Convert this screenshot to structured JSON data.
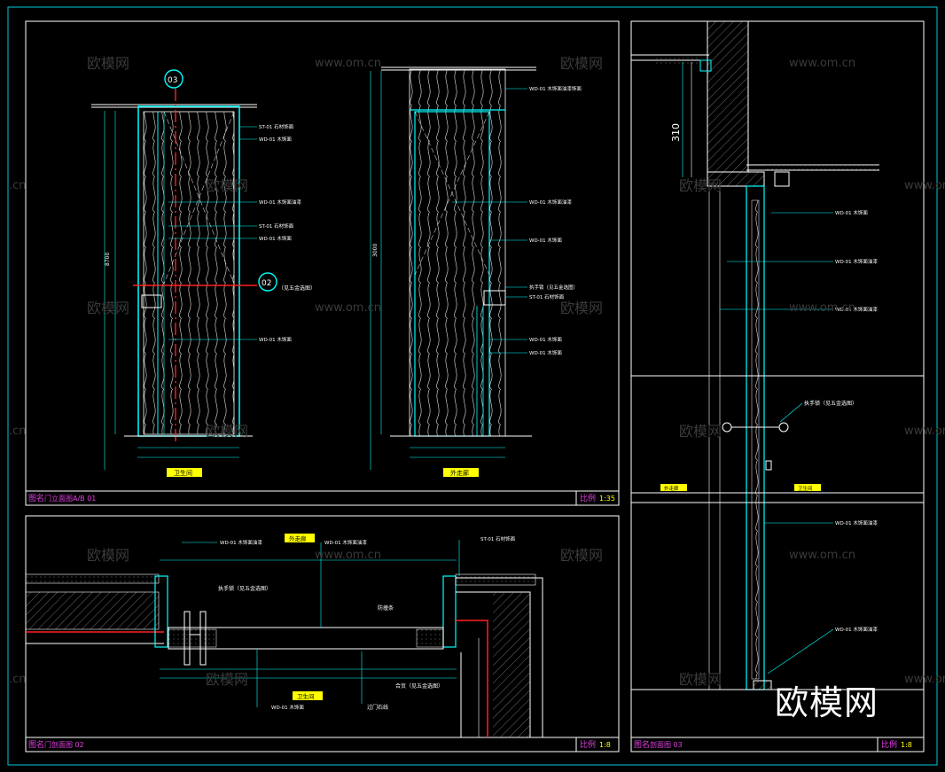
{
  "colors": {
    "frame": "#00c8d8",
    "magenta": "#e040e0",
    "cyan": "#00ffff",
    "red": "#ff2020",
    "white": "#ffffff",
    "yellow": "#ffff00",
    "gray": "#9a9a9a"
  },
  "watermark": {
    "cn": "欧模网",
    "url": "www.om.cn",
    "url_partial": ".cn",
    "big": "欧模网"
  },
  "panel_a": {
    "title_label": "图名",
    "title_text": "门立面图A/B 01",
    "scale_label": "比例",
    "scale_value": "1:35",
    "left_tag": "卫生间",
    "right_tag": "外走廊",
    "marker_top": "03",
    "marker_mid": "02",
    "marker_mid_note": "（见五金选图）",
    "left_dim_top": "8700",
    "right_dim_top": "3000",
    "left_notes": [
      "ST-01 石材饰面",
      "WD-01 木饰面",
      "WD-01 木饰面油漆",
      "ST-01 石材饰面",
      "WD-01 木饰面",
      "WD-01 木饰面"
    ],
    "right_notes": [
      "WD-01 木饰面油漆饰面",
      "WD-01 木饰面油漆",
      "WD-01 木饰面",
      "执手锁（见五金选图）",
      "ST-01 石材饰面",
      "WD-01 木饰面",
      "WD-01 木饰面"
    ]
  },
  "panel_b": {
    "title_label": "图名",
    "title_text": "门剖面图 02",
    "scale_label": "比例",
    "scale_value": "1:8",
    "tag_top": "外走廊",
    "tag_bottom": "卫生间",
    "notes": [
      "WD-01 木饰面油漆",
      "WD-01 木饰面油漆",
      "ST-01 石材饰面",
      "执手锁（见五金选图）",
      "防撞条",
      "合页（见五金选图）",
      "WD-01 木饰面",
      "过门石线"
    ]
  },
  "panel_c": {
    "title_label": "图名",
    "title_text": "剖面图 03",
    "scale_label": "比例",
    "scale_value": "1:8",
    "tag_left": "外走廊",
    "tag_right": "卫生间",
    "dim_310": "310",
    "notes": [
      "WD-01 木饰面",
      "WD-01 木饰面油漆",
      "WD-01 木饰面油漆",
      "执手锁（见五金选图）",
      "WD-01 木饰面油漆",
      "WD-01 木饰面油漆"
    ]
  }
}
